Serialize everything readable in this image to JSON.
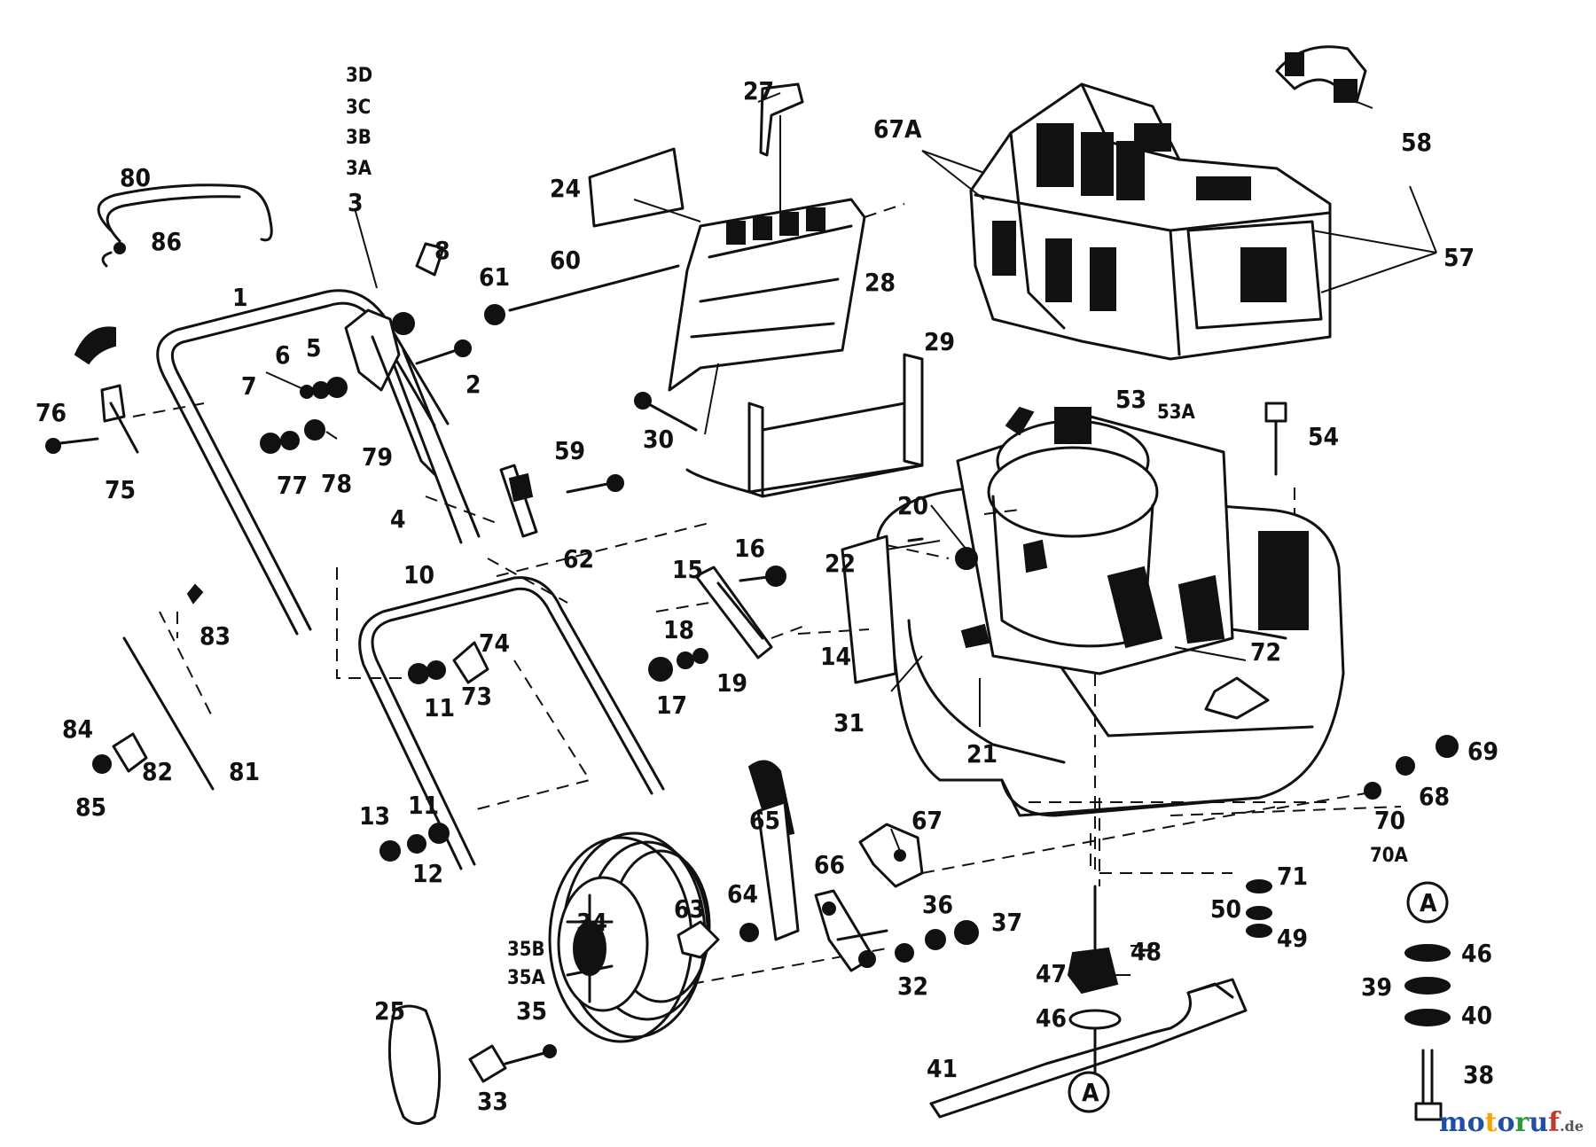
{
  "diagram": {
    "labels": {
      "p1": "1",
      "p2": "2",
      "p3": "3",
      "p3A": "3A",
      "p3B": "3B",
      "p3C": "3C",
      "p3D": "3D",
      "p4": "4",
      "p5": "5",
      "p6": "6",
      "p7": "7",
      "p8": "8",
      "p10": "10",
      "p11a": "11",
      "p11b": "11",
      "p12": "12",
      "p13": "13",
      "p14": "14",
      "p15": "15",
      "p16": "16",
      "p17": "17",
      "p18": "18",
      "p19": "19",
      "p20": "20",
      "p21": "21",
      "p22": "22",
      "p24": "24",
      "p25": "25",
      "p27": "27",
      "p28": "28",
      "p29": "29",
      "p30": "30",
      "p31": "31",
      "p32": "32",
      "p33": "33",
      "p34": "34",
      "p35": "35",
      "p35A": "35A",
      "p35B": "35B",
      "p36": "36",
      "p37": "37",
      "p38": "38",
      "p39": "39",
      "p40": "40",
      "p41": "41",
      "p46a": "46",
      "p46b": "46",
      "p47": "47",
      "p48": "48",
      "p49": "49",
      "p50": "50",
      "p53": "53",
      "p53A": "53A",
      "p54": "54",
      "p57": "57",
      "p58": "58",
      "p59": "59",
      "p60": "60",
      "p61": "61",
      "p62": "62",
      "p63": "63",
      "p64": "64",
      "p65": "65",
      "p66": "66",
      "p67": "67",
      "p67A": "67A",
      "p68": "68",
      "p69": "69",
      "p70": "70",
      "p70A": "70A",
      "p71": "71",
      "p72": "72",
      "p73": "73",
      "p74": "74",
      "p75": "75",
      "p76": "76",
      "p77": "77",
      "p78": "78",
      "p79": "79",
      "p80": "80",
      "p81": "81",
      "p82": "82",
      "p83": "83",
      "p84": "84",
      "p85": "85",
      "p86": "86",
      "marker_a1": "A",
      "marker_a2": "A"
    }
  },
  "watermark": {
    "brand": "motoruf",
    "suffix": ".de",
    "colors": {
      "m": "#1e4fa0",
      "o": "#1e4fa0",
      "t": "#f0a500",
      "o2": "#1e4fa0",
      "r": "#2a9a3a",
      "u": "#1e4fa0",
      "f": "#c0392b"
    }
  }
}
